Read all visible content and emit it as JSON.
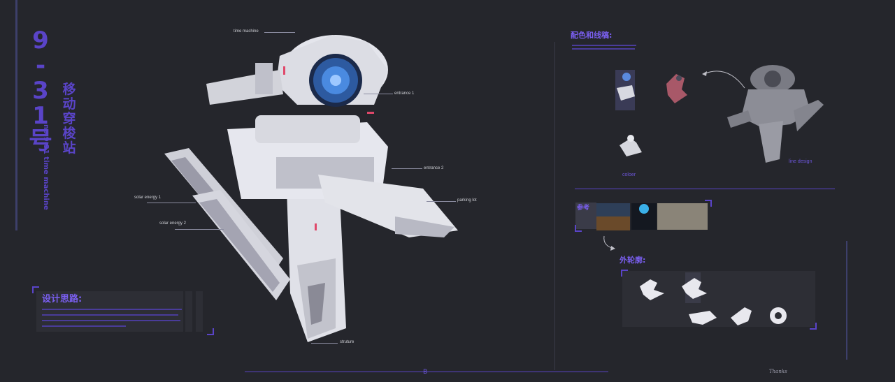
{
  "title": {
    "number_chars": [
      "9",
      "-",
      "3",
      "1",
      "号"
    ],
    "chinese_chars": [
      "移",
      "动",
      "穿",
      "梭",
      "站"
    ],
    "english": "no.9-31 time machine"
  },
  "callouts": {
    "time_machine": "time machine",
    "entrance_1": "entrance 1",
    "entrance_2": "entrance 2",
    "parking_lot": "parking lot",
    "solar_energy_1": "solar energy 1",
    "solar_energy_2": "solar energy 2",
    "struture": "struture"
  },
  "design_idea": {
    "title": "设计思路:"
  },
  "right_panel": {
    "color_title": "配色和线稿:",
    "coloer_label": "coloer",
    "line_design_label": "line design",
    "reference_title": "参考",
    "outline_title": "外轮廓:"
  },
  "footer": {
    "page": "B",
    "signature": "Thanks"
  },
  "colors": {
    "background": "#25262c",
    "accent": "#5a44c8",
    "portal": "#3a7bd5"
  }
}
